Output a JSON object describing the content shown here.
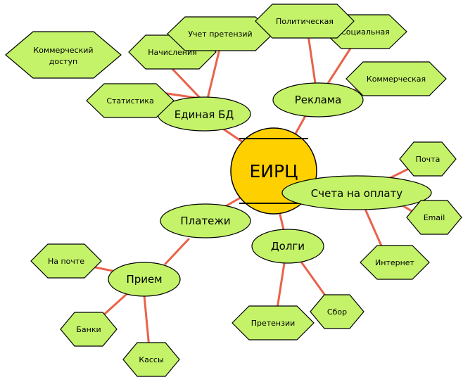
{
  "center": {
    "label": "ЕИРЦ"
  },
  "nodes": {
    "edinaya_bd": "Единая БД",
    "reklama": "Реклама",
    "platezhi": "Платежи",
    "dolgi": "Долги",
    "scheta": "Счета на оплату",
    "priem": "Прием",
    "kommercheskiy_dostup": [
      "Коммерческий",
      "доступ"
    ],
    "statistika": "Статистика",
    "nachisleniya": "Начисления",
    "uchet_pretenziy": "Учет претензий",
    "politicheskaya": "Политическая",
    "socialnaya": "Социальная",
    "kommercheskaya": "Коммерческая",
    "pochta": "Почта",
    "email": "Email",
    "internet": "Интернет",
    "na_pochte": "На почте",
    "banki": "Банки",
    "kassy": "Кассы",
    "pretenzii": "Претензии",
    "sbor": "Сбор"
  },
  "colors": {
    "node_fill": "#c4f36a",
    "center_fill": "#ffd000",
    "edge": "#e8634a"
  }
}
